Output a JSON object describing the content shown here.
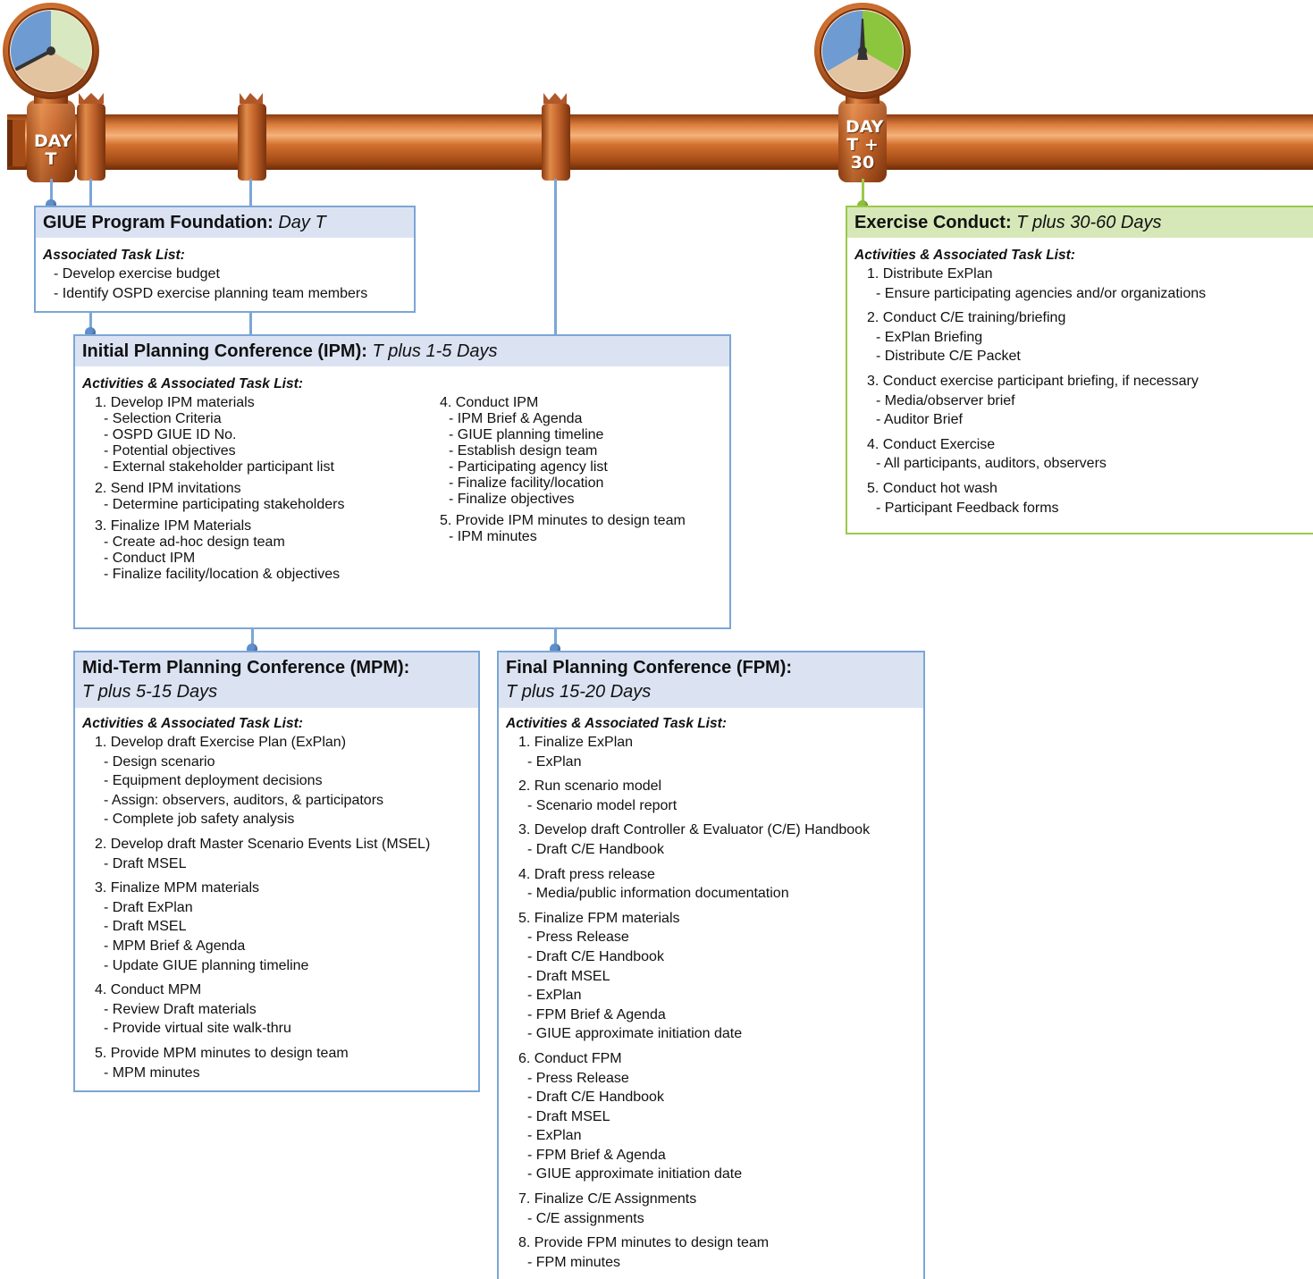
{
  "milestones": {
    "day_t": [
      "DAY",
      "T"
    ],
    "day_t30": [
      "DAY",
      "T +",
      "30"
    ]
  },
  "colors": {
    "pipe": "#c8682a",
    "box_blue_border": "#7ba6d6",
    "box_blue_header": "#dbe3f3",
    "box_green_border": "#9cc84b",
    "box_green_header": "#d6e8b8",
    "gauge_blue": "#6e9bd2",
    "gauge_green": "#8cc63e",
    "gauge_tan": "#e3c4a0",
    "gauge_pale_green": "#d8e8c0"
  },
  "giue": {
    "title": "GIUE Program Foundation:",
    "time": "Day T",
    "subheading": "Associated Task List:",
    "items": [
      "- Develop exercise budget",
      "- Identify OSPD exercise planning team members"
    ]
  },
  "ipm": {
    "title": "Initial Planning Conference (IPM):",
    "time": "T plus 1-5 Days",
    "subheading": "Activities & Associated Task List:",
    "tasks": [
      {
        "title": "1. Develop IPM materials",
        "items": [
          "- Selection Criteria",
          "- OSPD GIUE ID No.",
          "- Potential objectives",
          "- External stakeholder participant list"
        ]
      },
      {
        "title": "2. Send IPM invitations",
        "items": [
          "- Determine participating stakeholders"
        ]
      },
      {
        "title": "3. Finalize IPM Materials",
        "items": [
          "- Create ad-hoc design team",
          "- Conduct IPM",
          "- Finalize facility/location & objectives"
        ]
      },
      {
        "title": "4. Conduct IPM",
        "items": [
          "- IPM Brief & Agenda",
          "- GIUE planning timeline",
          "- Establish design team",
          "- Participating agency list",
          "- Finalize facility/location",
          "- Finalize objectives"
        ]
      },
      {
        "title": "5. Provide IPM minutes to design team",
        "items": [
          "- IPM minutes"
        ]
      }
    ]
  },
  "mpm": {
    "title": "Mid-Term Planning Conference (MPM):",
    "time": "T plus 5-15 Days",
    "subheading": "Activities & Associated Task List:",
    "tasks": [
      {
        "title": "1. Develop draft Exercise Plan (ExPlan)",
        "items": [
          "- Design scenario",
          "- Equipment deployment decisions",
          "- Assign: observers, auditors, & participators",
          "- Complete job safety analysis"
        ]
      },
      {
        "title": "2. Develop draft Master Scenario Events List (MSEL)",
        "items": [
          "- Draft MSEL"
        ]
      },
      {
        "title": "3. Finalize MPM materials",
        "items": [
          "- Draft ExPlan",
          "- Draft MSEL",
          "- MPM Brief & Agenda",
          "- Update GIUE planning timeline"
        ]
      },
      {
        "title": "4. Conduct MPM",
        "items": [
          "- Review Draft materials",
          "- Provide virtual site walk-thru"
        ]
      },
      {
        "title": "5. Provide MPM minutes to design team",
        "items": [
          "- MPM minutes"
        ]
      }
    ]
  },
  "fpm": {
    "title": "Final Planning Conference (FPM):",
    "time": "T plus 15-20 Days",
    "subheading": "Activities & Associated Task List:",
    "tasks": [
      {
        "title": "1. Finalize ExPlan",
        "items": [
          "- ExPlan"
        ]
      },
      {
        "title": "2. Run scenario model",
        "items": [
          "- Scenario model report"
        ]
      },
      {
        "title": "3. Develop draft Controller & Evaluator (C/E) Handbook",
        "items": [
          "- Draft C/E Handbook"
        ]
      },
      {
        "title": "4. Draft press release",
        "items": [
          "- Media/public information documentation"
        ]
      },
      {
        "title": "5. Finalize FPM materials",
        "items": [
          "- Press Release",
          "- Draft C/E Handbook",
          "- Draft MSEL",
          "- ExPlan",
          "- FPM Brief & Agenda",
          "- GIUE approximate initiation date"
        ]
      },
      {
        "title": "6. Conduct FPM",
        "items": [
          "- Press Release",
          "- Draft C/E Handbook",
          "- Draft MSEL",
          "- ExPlan",
          "- FPM Brief & Agenda",
          "- GIUE approximate initiation date"
        ]
      },
      {
        "title": "7. Finalize C/E Assignments",
        "items": [
          "- C/E assignments"
        ]
      },
      {
        "title": "8. Provide FPM minutes to design team",
        "items": [
          "- FPM minutes"
        ]
      }
    ]
  },
  "exercise": {
    "title": "Exercise Conduct:",
    "time": "T plus 30-60 Days",
    "subheading": "Activities & Associated Task List:",
    "tasks": [
      {
        "title": "1. Distribute ExPlan",
        "items": [
          "- Ensure participating agencies and/or organizations"
        ]
      },
      {
        "title": "2. Conduct C/E training/briefing",
        "items": [
          "- ExPlan Briefing",
          "- Distribute C/E Packet"
        ]
      },
      {
        "title": "3. Conduct exercise participant briefing, if necessary",
        "items": [
          "- Media/observer brief",
          "- Auditor Brief"
        ]
      },
      {
        "title": "4. Conduct Exercise",
        "items": [
          "- All participants, auditors, observers"
        ]
      },
      {
        "title": "5. Conduct hot wash",
        "items": [
          "- Participant Feedback forms"
        ]
      }
    ]
  }
}
